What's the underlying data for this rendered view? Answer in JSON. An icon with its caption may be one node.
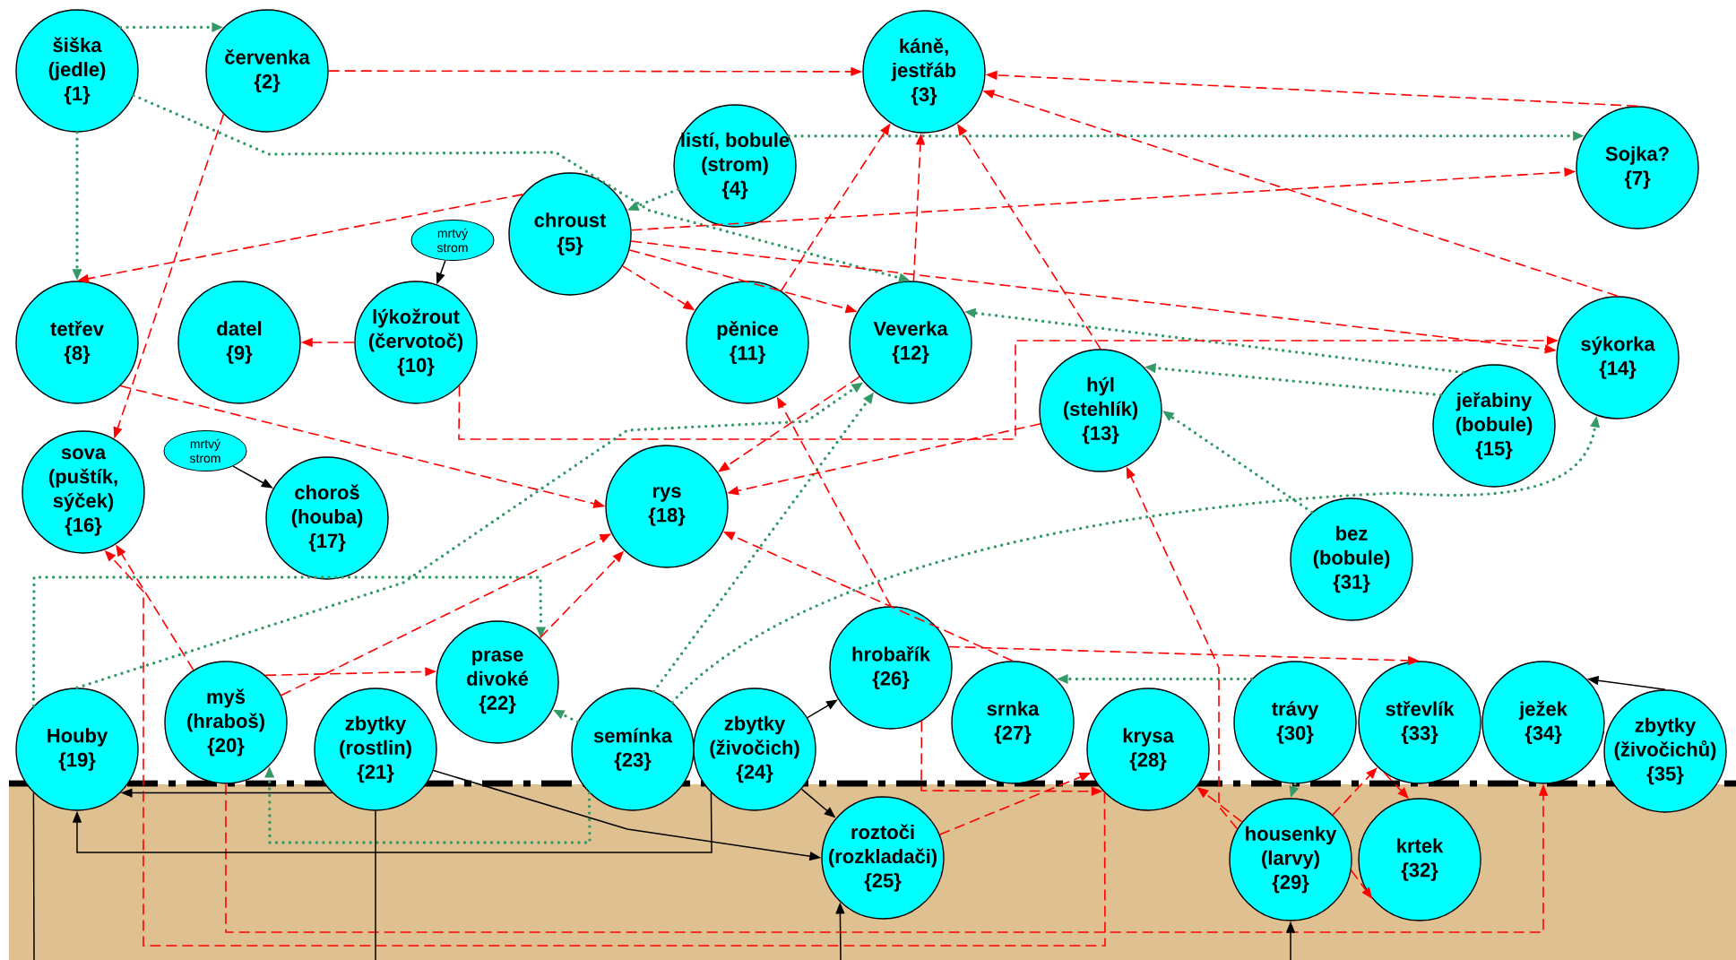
{
  "diagram": {
    "nodes": [
      {
        "text": [
          "šiška (jedle)",
          "{1}"
        ]
      },
      {
        "text": [
          "červenka",
          "{2}"
        ]
      },
      {
        "text": [
          "káně, jestřáb",
          "{3}"
        ]
      },
      {
        "text": [
          "listí, bobule (strom)",
          "{4}"
        ]
      },
      {
        "text": [
          "chroust",
          "{5}"
        ]
      },
      {
        "text": [
          "mrtvý strom"
        ]
      },
      {
        "text": [
          "Sojka?",
          "{7}"
        ]
      },
      {
        "text": [
          "tetřev",
          "{8}"
        ]
      },
      {
        "text": [
          "datel",
          "{9}"
        ]
      },
      {
        "text": [
          "lýkožrout (červotoč)",
          "{10}"
        ]
      },
      {
        "text": [
          "pěnice",
          "{11}"
        ]
      },
      {
        "text": [
          "Veverka",
          "{12}"
        ]
      },
      {
        "text": [
          "hýl (stehlík)",
          "{13}"
        ]
      },
      {
        "text": [
          "sýkorka",
          "{14}"
        ]
      },
      {
        "text": [
          "jeřabiny (bobule)",
          "{15}"
        ]
      },
      {
        "text": [
          "sova (puštík, sýček)",
          "{16}"
        ]
      },
      {
        "text": [
          "mrtvý strom"
        ]
      },
      {
        "text": [
          "choroš (houba)",
          "{17}"
        ]
      },
      {
        "text": [
          "rys",
          "{18}"
        ]
      },
      {
        "text": [
          "Houby",
          "{19}"
        ]
      },
      {
        "text": [
          "myš (hraboš)",
          "{20}"
        ]
      },
      {
        "text": [
          "zbytky (rostlin)",
          "{21}"
        ]
      },
      {
        "text": [
          "prase divoké",
          "{22}"
        ]
      },
      {
        "text": [
          "semínka",
          "{23}"
        ]
      },
      {
        "text": [
          "zbytky (živočich)",
          "{24}"
        ]
      },
      {
        "text": [
          "roztoči (rozkladači)",
          "{25}"
        ]
      },
      {
        "text": [
          "hrobařík",
          "{26}"
        ]
      },
      {
        "text": [
          "srnka",
          "{27}"
        ]
      },
      {
        "text": [
          "krysa",
          "{28}"
        ]
      },
      {
        "text": [
          "housenky (larvy)",
          "{29}"
        ]
      },
      {
        "text": [
          "trávy",
          "{30}"
        ]
      },
      {
        "text": [
          "bez (bobule)",
          "{31}"
        ]
      },
      {
        "text": [
          "krtek",
          "{32}"
        ]
      },
      {
        "text": [
          "střevlík",
          "{33}"
        ]
      },
      {
        "text": [
          "ježek",
          "{34}"
        ]
      },
      {
        "text": [
          "zbytky (živočichů)",
          "{35}"
        ]
      }
    ],
    "edges": [
      {
        "from": 0,
        "to": 1,
        "arrow": "to",
        "style": "dashed",
        "color": "#339966"
      },
      {
        "from": 0,
        "to": 7,
        "arrow": "to",
        "style": "dashed",
        "color": "#339966"
      },
      {
        "from": 0,
        "to": 11,
        "arrow": "to",
        "style": "dashed",
        "color": "#339966"
      },
      {
        "from": 3,
        "to": 4,
        "arrow": "to",
        "style": "dashed",
        "color": "#339966"
      },
      {
        "from": 3,
        "to": 6,
        "arrow": "to",
        "style": "dashed",
        "color": "#339966"
      },
      {
        "from": 14,
        "to": 11,
        "arrow": "to",
        "style": "dashed",
        "color": "#339966"
      },
      {
        "from": 14,
        "to": 12,
        "arrow": "to",
        "style": "dashed",
        "color": "#339966"
      },
      {
        "from": 31,
        "to": 12,
        "arrow": "to",
        "style": "dashed",
        "color": "#339966"
      },
      {
        "from": 23,
        "to": 13,
        "arrow": "to",
        "style": "dashed",
        "color": "#339966"
      },
      {
        "from": 23,
        "to": 11,
        "arrow": "to",
        "style": "dashed",
        "color": "#339966"
      },
      {
        "from": 23,
        "to": 22,
        "arrow": "to",
        "style": "dashed",
        "color": "#339966"
      },
      {
        "from": 19,
        "to": 11,
        "arrow": "to",
        "style": "dashed",
        "color": "#339966"
      },
      {
        "from": 19,
        "to": 22,
        "arrow": "to",
        "style": "dashed",
        "color": "#339966"
      },
      {
        "from": 30,
        "to": 27,
        "arrow": "to",
        "style": "dashed",
        "color": "#339966"
      },
      {
        "from": 30,
        "to": 29,
        "arrow": "to",
        "style": "dashed",
        "color": "#339966"
      },
      {
        "from": 23,
        "to": 20,
        "arrow": "to",
        "style": "dashed",
        "color": "#339966"
      },
      {
        "from": 1,
        "to": 2,
        "arrow": "to",
        "style": "dashed"
      },
      {
        "from": 1,
        "to": 15,
        "arrow": "to",
        "style": "dashed"
      },
      {
        "from": 4,
        "to": 7,
        "arrow": "to",
        "style": "dashed"
      },
      {
        "from": 4,
        "to": 6,
        "arrow": "to",
        "style": "dashed"
      },
      {
        "from": 4,
        "to": 13,
        "arrow": "to",
        "style": "dashed"
      },
      {
        "from": 4,
        "to": 11,
        "arrow": "to",
        "style": "dashed"
      },
      {
        "from": 4,
        "to": 10,
        "arrow": "to",
        "style": "dashed"
      },
      {
        "from": 6,
        "to": 2,
        "arrow": "to",
        "style": "dashed"
      },
      {
        "from": 13,
        "to": 2,
        "arrow": "to",
        "style": "dashed"
      },
      {
        "from": 10,
        "to": 2,
        "arrow": "to",
        "style": "dashed"
      },
      {
        "from": 11,
        "to": 2,
        "arrow": "to",
        "style": "dashed"
      },
      {
        "from": 12,
        "to": 2,
        "arrow": "to",
        "style": "dashed"
      },
      {
        "from": 9,
        "to": 8,
        "arrow": "to",
        "style": "dashed"
      },
      {
        "from": 9,
        "to": 13,
        "arrow": "to",
        "style": "dashed"
      },
      {
        "from": 7,
        "to": 18,
        "arrow": "to",
        "style": "dashed"
      },
      {
        "from": 11,
        "to": 18,
        "arrow": "to",
        "style": "dashed"
      },
      {
        "from": 12,
        "to": 18,
        "arrow": "to",
        "style": "dashed"
      },
      {
        "from": 20,
        "to": 15,
        "arrow": "to",
        "style": "dashed"
      },
      {
        "from": 20,
        "to": 18,
        "arrow": "to",
        "style": "dashed"
      },
      {
        "from": 22,
        "to": 18,
        "arrow": "to",
        "style": "dashed"
      },
      {
        "from": 20,
        "to": 22,
        "arrow": "to",
        "style": "dashed"
      },
      {
        "from": 28,
        "to": 15,
        "arrow": "to",
        "style": "dashed"
      },
      {
        "from": 20,
        "to": 34,
        "arrow": "to",
        "style": "dashed"
      },
      {
        "from": 25,
        "to": 28,
        "arrow": "to",
        "style": "dashed"
      },
      {
        "from": 26,
        "to": 28,
        "arrow": "to",
        "style": "dashed"
      },
      {
        "from": 26,
        "to": 33,
        "arrow": "to",
        "style": "dashed"
      },
      {
        "from": 26,
        "to": 10,
        "arrow": "to",
        "style": "dashed"
      },
      {
        "from": 27,
        "to": 18,
        "arrow": "to",
        "style": "dashed"
      },
      {
        "from": 29,
        "to": 12,
        "arrow": "to",
        "style": "dashed"
      },
      {
        "from": 29,
        "to": 28,
        "arrow": "to",
        "style": "dashed"
      },
      {
        "from": 29,
        "to": 33,
        "arrow": "to",
        "style": "dashed"
      },
      {
        "from": 29,
        "to": 32,
        "arrow": "to",
        "style": "dashed"
      },
      {
        "from": 33,
        "to": 32,
        "arrow": "to",
        "style": "dashed"
      },
      {
        "from": 5,
        "to": 9,
        "arrow": "to",
        "color": "#000000"
      },
      {
        "from": 16,
        "to": 17,
        "arrow": "to",
        "color": "#000000"
      },
      {
        "from": 35,
        "to": 34,
        "arrow": "to",
        "color": "#000000"
      },
      {
        "from": 24,
        "to": 26,
        "arrow": "to",
        "color": "#000000"
      },
      {
        "from": 24,
        "to": 25,
        "arrow": "to",
        "color": "#000000"
      },
      {
        "from": 21,
        "to": 25,
        "arrow": "to",
        "color": "#000000"
      },
      {
        "from": 21,
        "to": 19,
        "arrow": "to",
        "color": "#000000"
      },
      {
        "from": 24,
        "to": 19,
        "arrow": "to",
        "color": "#000000"
      },
      {
        "from": 21,
        "to": null,
        "arrow": "none",
        "color": "#000000"
      },
      {
        "from": 19,
        "to": null,
        "arrow": "none",
        "color": "#000000"
      },
      {
        "from": null,
        "to": 25,
        "arrow": "to",
        "color": "#000000"
      },
      {
        "from": null,
        "to": 29,
        "arrow": "to",
        "color": "#000000"
      }
    ]
  }
}
